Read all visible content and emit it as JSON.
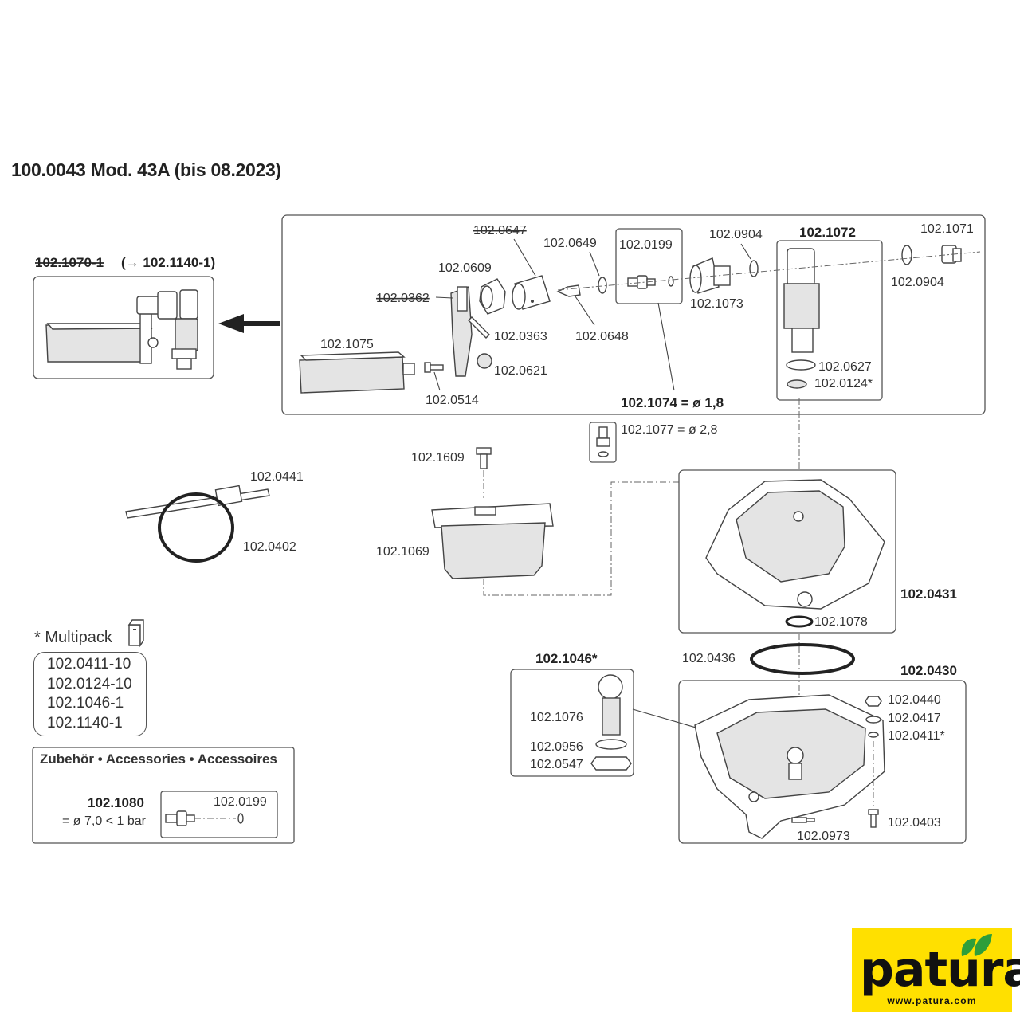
{
  "title": "100.0043 Mod. 43A (bis 08.2023)",
  "float_valve": {
    "old_number": "102.1070-1",
    "new_number": "(→ 102.1140-1)"
  },
  "valve_parts": {
    "p0647": "102.0647",
    "p0649": "102.0649",
    "p0199": "102.0199",
    "p0904a": "102.0904",
    "p1072": "102.1072",
    "p1071": "102.1071",
    "p0609": "102.0609",
    "p0362": "102.0362",
    "p0363": "102.0363",
    "p0648": "102.0648",
    "p1073": "102.1073",
    "p0904b": "102.0904",
    "p1075": "102.1075",
    "p0621": "102.0621",
    "p0514": "102.0514",
    "p0627": "102.0627",
    "p0124": "102.0124*",
    "p1074": "102.1074 = ø 1,8",
    "p1077": "102.1077 = ø 2,8"
  },
  "middle_parts": {
    "p1609": "102.1609",
    "p1069": "102.1069",
    "p0441": "102.0441",
    "p0402": "102.0402",
    "p0431": "102.0431",
    "p1078": "102.1078",
    "p0436": "102.0436"
  },
  "bottom_parts": {
    "p1046": "102.1046*",
    "p1076": "102.1076",
    "p0956": "102.0956",
    "p0547": "102.0547",
    "p0430": "102.0430",
    "p0440": "102.0440",
    "p0417": "102.0417",
    "p0411": "102.0411*",
    "p0403": "102.0403",
    "p0973": "102.0973"
  },
  "multipack": {
    "title": "* Multipack",
    "items": [
      "102.0411-10",
      "102.0124-10",
      "102.1046-1",
      "102.1140-1"
    ]
  },
  "accessories": {
    "title": "Zubehör • Accessories • Accessoires",
    "item_number": "102.1080",
    "item_desc": "= ø 7,0 < 1 bar",
    "part": "102.0199"
  },
  "logo": {
    "word": "patura",
    "url": "www.patura.com",
    "colors": {
      "background": "#ffe000",
      "text": "#111111",
      "leaf": "#2e9e3a"
    }
  }
}
